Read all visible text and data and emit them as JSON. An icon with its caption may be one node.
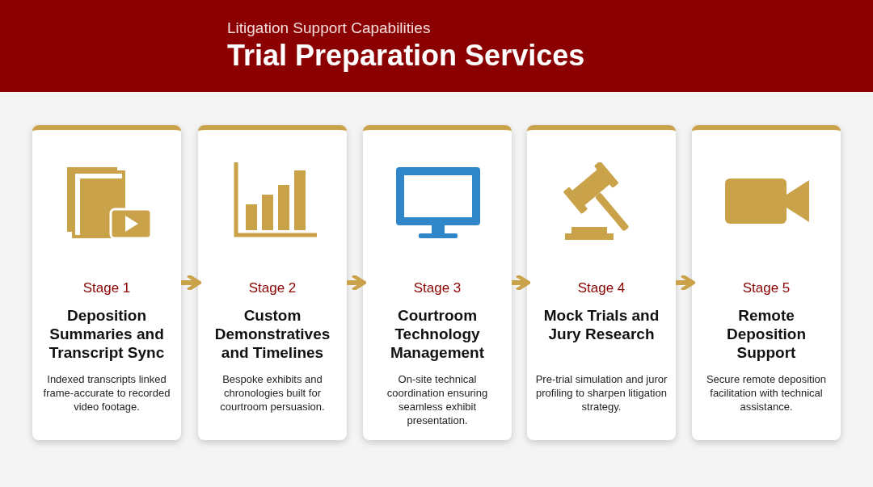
{
  "diagram": {
    "title": "Trial Preparation Services",
    "nodes": [
      {
        "text": [
          "Stage 1",
          "Deposition Summaries and Transcript Sync",
          "Indexed transcripts linked frame-accurate to recorded video footage."
        ]
      },
      {
        "text": [
          "Stage 2",
          "Custom Demonstratives and Timelines",
          "Bespoke exhibits and chronologies built for courtroom persuasion."
        ]
      },
      {
        "text": [
          "Stage 3",
          "Courtroom Technology Management",
          "On-site technical coordination ensuring seamless exhibit presentation."
        ]
      },
      {
        "text": [
          "Stage 4",
          "Mock Trials and Jury Research",
          "Pre-trial simulation and juror profiling to sharpen litigation strategy."
        ]
      },
      {
        "text": [
          "Stage 5",
          "Remote Deposition Support",
          "Secure remote deposition facilitation with technical assistance."
        ]
      }
    ],
    "edges": [
      {
        "from": 0,
        "to": 1,
        "arrow": "to"
      },
      {
        "from": 1,
        "to": 2,
        "arrow": "to"
      },
      {
        "from": 2,
        "to": 3,
        "arrow": "to"
      },
      {
        "from": 3,
        "to": 4,
        "arrow": "to"
      }
    ],
    "labels": [
      "Litigation Support Capabilities"
    ]
  }
}
